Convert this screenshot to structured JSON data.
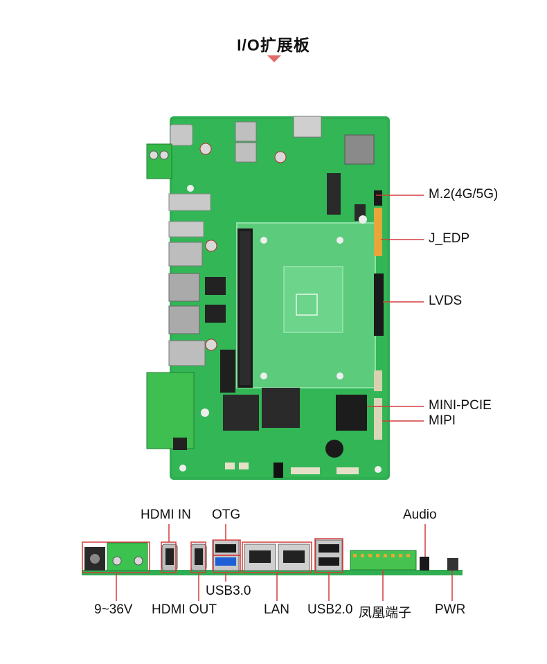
{
  "title": "I/O扩展板",
  "colors": {
    "accent": "#e06a6a",
    "callout_line": "#d23b3b",
    "board_green": "#27a84a",
    "pcb_light": "#6fd18a"
  },
  "top_callouts": [
    {
      "id": "m2",
      "label": "M.2(4G/5G)"
    },
    {
      "id": "jedp",
      "label": "J_EDP"
    },
    {
      "id": "lvds",
      "label": "LVDS"
    },
    {
      "id": "minipcie",
      "label": "MINI-PCIE"
    },
    {
      "id": "mipi",
      "label": "MIPI"
    }
  ],
  "edge_labels": {
    "hdmi_in": "HDMI IN",
    "otg": "OTG",
    "audio": "Audio",
    "usb30": "USB3.0",
    "power_in": "9~36V",
    "hdmi_out": "HDMI OUT",
    "lan": "LAN",
    "usb20": "USB2.0",
    "phoenix": "凤凰端子",
    "pwr": "PWR"
  },
  "icons": [
    "pcb-board-illustration",
    "edge-connectors-illustration"
  ]
}
